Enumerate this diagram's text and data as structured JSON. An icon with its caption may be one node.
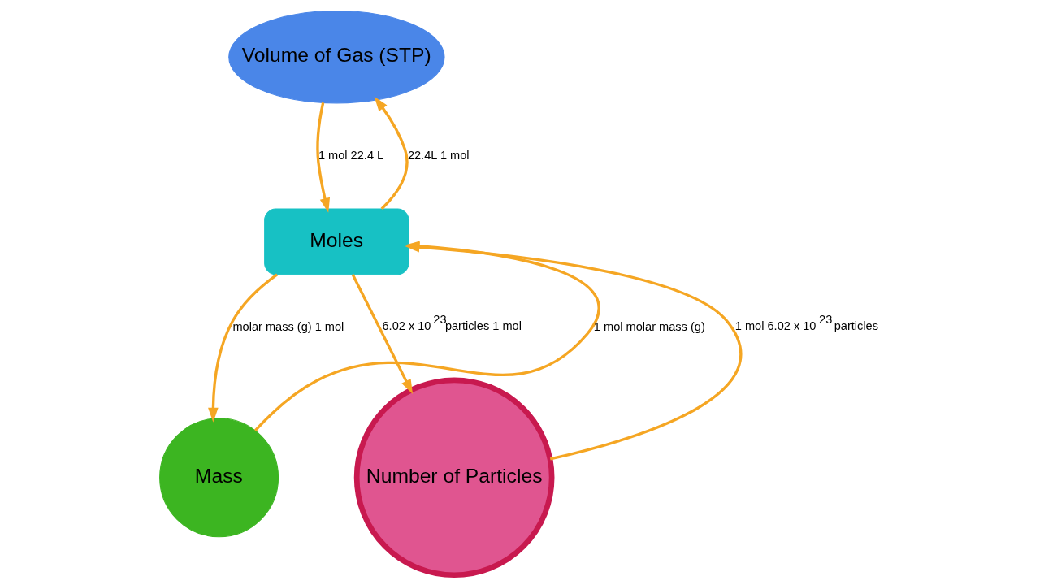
{
  "diagram": {
    "nodes": [
      {
        "text": [
          "Volume of Gas (STP)"
        ]
      },
      {
        "text": [
          "Moles"
        ]
      },
      {
        "text": [
          "Mass"
        ]
      },
      {
        "text": [
          "Number of Particles"
        ]
      }
    ],
    "edges": [
      {
        "from": 1,
        "to": 0,
        "arrow": "to",
        "label": "22.4L 1 mol",
        "color": "#f5a623"
      },
      {
        "from": 0,
        "to": 1,
        "arrow": "to",
        "label": "1 mol 22.4 L",
        "color": "#f5a623"
      },
      {
        "from": 2,
        "to": 1,
        "arrow": "to",
        "label": "1 mol molar mass (g)",
        "color": "#f5a623"
      },
      {
        "from": 1,
        "to": 2,
        "arrow": "to",
        "label": "molar mass (g) 1 mol",
        "color": "#f5a623"
      },
      {
        "from": 1,
        "to": 3,
        "arrow": "to",
        "label": "6.02 x 10$^{23}$particles 1 mol",
        "color": "#f5a623"
      },
      {
        "from": 3,
        "to": 1,
        "arrow": "to",
        "label": "1 mol 6.02 x 10$^{23}$ particles",
        "color": "#f5a623"
      }
    ]
  }
}
